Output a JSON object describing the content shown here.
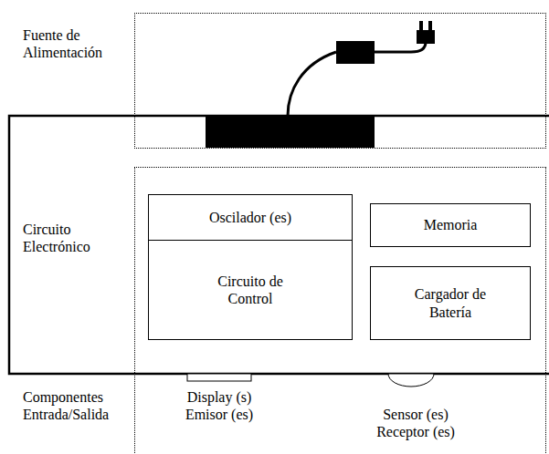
{
  "diagram": {
    "nodes": [
      {
        "text": [
          "Fuente de Alimentación"
        ]
      },
      {
        "text": [
          "Circuito Electrónico"
        ]
      },
      {
        "text": [
          "Oscilador (es)"
        ],
        "in": 1
      },
      {
        "text": [
          "Circuito de Control"
        ],
        "in": 1
      },
      {
        "text": [
          "Memoria"
        ],
        "in": 1
      },
      {
        "text": [
          "Cargador de Batería"
        ],
        "in": 1
      }
    ],
    "labels": [
      "Componentes Entrada/Salida",
      "Display (s) Emisor (es)",
      "Sensor (es) Receptor (es)"
    ]
  }
}
